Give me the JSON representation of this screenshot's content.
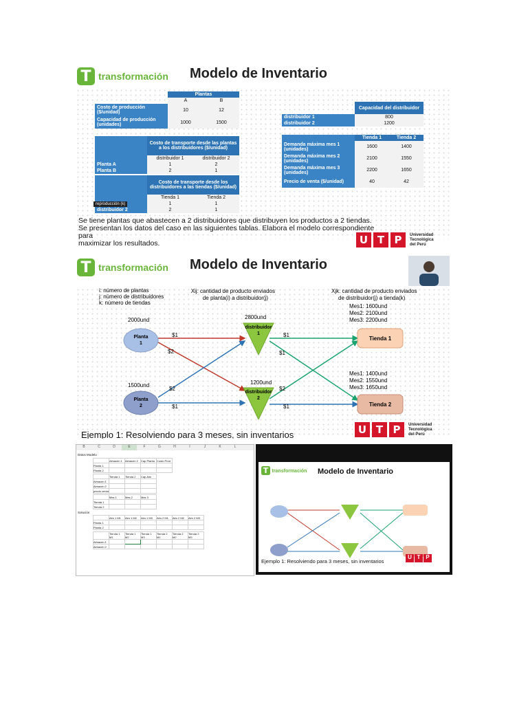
{
  "slide1": {
    "logo_letter": "T",
    "logo_word": "transformación",
    "title": "Modelo de Inventario",
    "prod_table": {
      "header": "Plantas",
      "cols": [
        "A",
        "B"
      ],
      "rows": [
        {
          "label": "Costo de producción ($/unidad)",
          "values": [
            "10",
            "12"
          ]
        },
        {
          "label": "Capacidad de producción (unidades)",
          "values": [
            "1000",
            "1500"
          ]
        }
      ]
    },
    "transport1": {
      "header": "Costo de transporte desde las plantas a los distribuidores ($/unidad)",
      "cols": [
        "distribuidor 1",
        "distribuidor 2"
      ],
      "rows": [
        {
          "label": "Planta A",
          "values": [
            "1",
            "2"
          ]
        },
        {
          "label": "Planta B",
          "values": [
            "2",
            "1"
          ]
        }
      ]
    },
    "transport2": {
      "header": "Costo de transporte desde los distribuidores a las tiendas ($/unidad)",
      "cols": [
        "Tienda 1",
        "Tienda 2"
      ],
      "rows": [
        {
          "label": "uidor 1",
          "values": [
            "1",
            "1"
          ]
        },
        {
          "label": "distribuidor 2",
          "values": [
            "2",
            "1"
          ]
        }
      ],
      "overlay": "reproducción (k)"
    },
    "capacity_table": {
      "header": "Capacidad del distribuidor",
      "rows": [
        {
          "label": "distribuidor 1",
          "value": "800"
        },
        {
          "label": "distribuidor 2",
          "value": "1200"
        }
      ]
    },
    "demand_table": {
      "cols": [
        "Tienda 1",
        "Tienda 2"
      ],
      "rows": [
        {
          "label": "Demanda máxima mes 1 (unidades)",
          "values": [
            "1600",
            "1400"
          ]
        },
        {
          "label": "Demanda máxima mes 2 (unidades)",
          "values": [
            "2100",
            "1550"
          ]
        },
        {
          "label": "Demanda máxima mes 3 (unidades)",
          "values": [
            "2200",
            "1650"
          ]
        },
        {
          "label": "Precio de venta ($/unidad)",
          "values": [
            "40",
            "42"
          ]
        }
      ]
    },
    "description": [
      "Se tiene plantas que abastecen a 2 distribuidores que distribuyen los productos a 2 tiendas.",
      "Se presentan los datos del caso en las siguientes tablas. Elabora el modelo correspondiente para",
      "maximizar los resultados."
    ],
    "utp": {
      "letters": [
        "U",
        "T",
        "P"
      ],
      "lines": [
        "Universidad",
        "Tecnológica",
        "del Perú"
      ]
    }
  },
  "slide2": {
    "title": "Modelo de Inventario",
    "legend": [
      "i: número de plantas",
      "j: número de distribuidores",
      "k: número de tiendas"
    ],
    "xij_label": [
      "Xij: cantidad de producto enviados",
      "de planta(i) a distribuidor(j)"
    ],
    "xjk_label": [
      "Xjk: cantidad de producto enviados",
      "de distribuidor(j) a tienda(k)"
    ],
    "plant1": {
      "name": "Planta",
      "num": "1",
      "cap": "2000und"
    },
    "plant2": {
      "name": "Planta",
      "num": "2",
      "cap": "1500und"
    },
    "dist1": {
      "name": "distribuidor",
      "num": "1",
      "cap": "2800und"
    },
    "dist2": {
      "name": "distribuidor",
      "num": "2",
      "cap": "1200und"
    },
    "store1": {
      "name": "Tienda 1",
      "months": [
        "Mes1: 1600und",
        "Mes2: 2100und",
        "Mes3: 2200und"
      ]
    },
    "store2": {
      "name": "Tienda 2",
      "months": [
        "Mes1: 1400und",
        "Mes2: 1550und",
        "Mes3: 1650und"
      ]
    },
    "costs": {
      "p1d1": "$1",
      "p1d2": "$2",
      "p2d1": "$2",
      "p2d2": "$1",
      "d1t1": "$1",
      "d1t2": "$1",
      "d2t1": "$2",
      "d2t2": "$1"
    },
    "caption": "Ejemplo 1: Resolviendo para 3 meses, sin inventarios"
  },
  "spreadsheet": {
    "col_letters": [
      "B",
      "C",
      "D",
      "E",
      "F",
      "G",
      "H",
      "I",
      "J",
      "K",
      "L"
    ],
    "datos_label": "Datos Modelo",
    "solucion_label": "Solución",
    "block1_headers": [
      "Almacen 1",
      "Almacen 2",
      "Cap Planta",
      "Costo Prod"
    ],
    "block1_rows": [
      "Planta 1",
      "Planta 2"
    ],
    "block2_headers": [
      "Tienda 1",
      "Tienda 2",
      "Cap Alm"
    ],
    "block2_rows": [
      "Almacen 1",
      "Almacen 2",
      "precio venta"
    ],
    "block3_headers": [
      "Mes 1",
      "Mes 2",
      "Mes 3"
    ],
    "block3_rows": [
      "Tienda 1",
      "Tienda 2"
    ],
    "block4_headers": [
      "Alm 1 M1",
      "Alm 1 M2",
      "Alm 1 M3",
      "Alm 2 M1",
      "Alm 2 M2",
      "Alm 2 M3"
    ],
    "block4_rows": [
      "Planta 1",
      "Planta 2"
    ],
    "block5_headers": [
      "Tienda 1 M1",
      "Tienda 1 M2",
      "Tienda 1 M3",
      "Tienda 2 M1",
      "Tienda 2 M2",
      "Tienda 2 M3"
    ],
    "block5_rows": [
      "Almacen 1",
      "Almacen 2"
    ]
  },
  "slide3": {
    "title": "Modelo de Inventario",
    "caption": "Ejemplo 1: Resolviendo para 3 meses, sin inventarios"
  }
}
